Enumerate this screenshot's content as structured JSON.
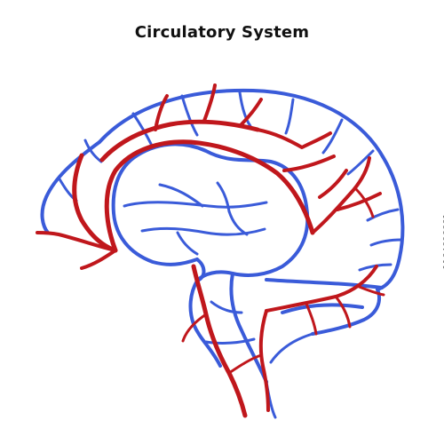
{
  "title": "Circulatory System",
  "image_id": "1164606661",
  "colors": {
    "vein": "#3a5bd9",
    "artery": "#c0171c",
    "title": "#111111",
    "background": "#ffffff"
  },
  "legend_semantics": {
    "vein_color_meaning": "veins",
    "artery_color_meaning": "arteries"
  }
}
